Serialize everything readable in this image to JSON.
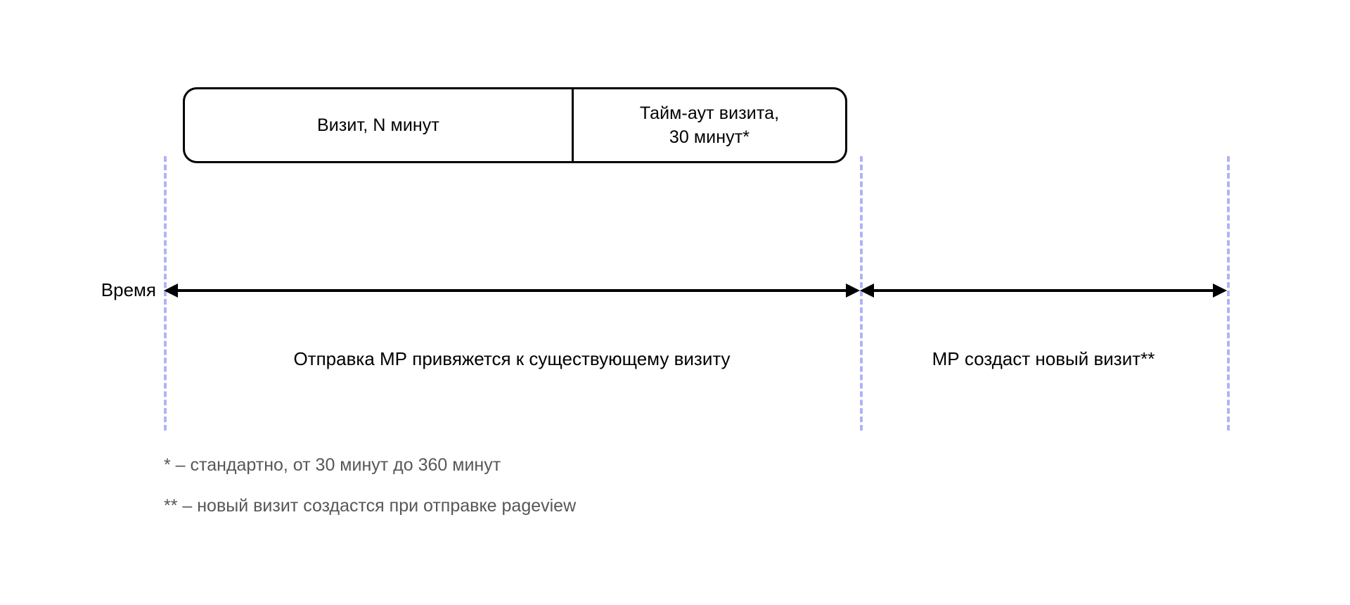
{
  "diagram": {
    "title_text": "",
    "colors": {
      "guide_line": "#aeb4f5",
      "bar_border": "#000000",
      "axis": "#000000",
      "footnote_text": "#575757",
      "background": "#ffffff"
    },
    "session_bar": {
      "visit_cell": {
        "label": "Визит, N минут"
      },
      "timeout_cell": {
        "line1": "Тайм-аут визита,",
        "line2": "30 минут*"
      }
    },
    "axis": {
      "label": "Время",
      "segments": [
        {
          "id": "existing-visit",
          "caption": "Отправка МР привяжется к существующему визиту",
          "arrow": "double-headed-arrow"
        },
        {
          "id": "new-visit",
          "caption": "МР создаст новый визит**",
          "arrow": "double-headed-arrow"
        }
      ]
    },
    "guides": [
      {
        "id": "start",
        "name": "visit-start-guide"
      },
      {
        "id": "middle",
        "name": "timeout-end-guide"
      },
      {
        "id": "end",
        "name": "timeline-end-guide"
      }
    ],
    "footnotes": [
      {
        "marker": "*",
        "text": "* – стандартно, от 30 минут до 360 минут"
      },
      {
        "marker": "**",
        "text": "** – новый визит создастся при отправке pageview"
      }
    ]
  }
}
